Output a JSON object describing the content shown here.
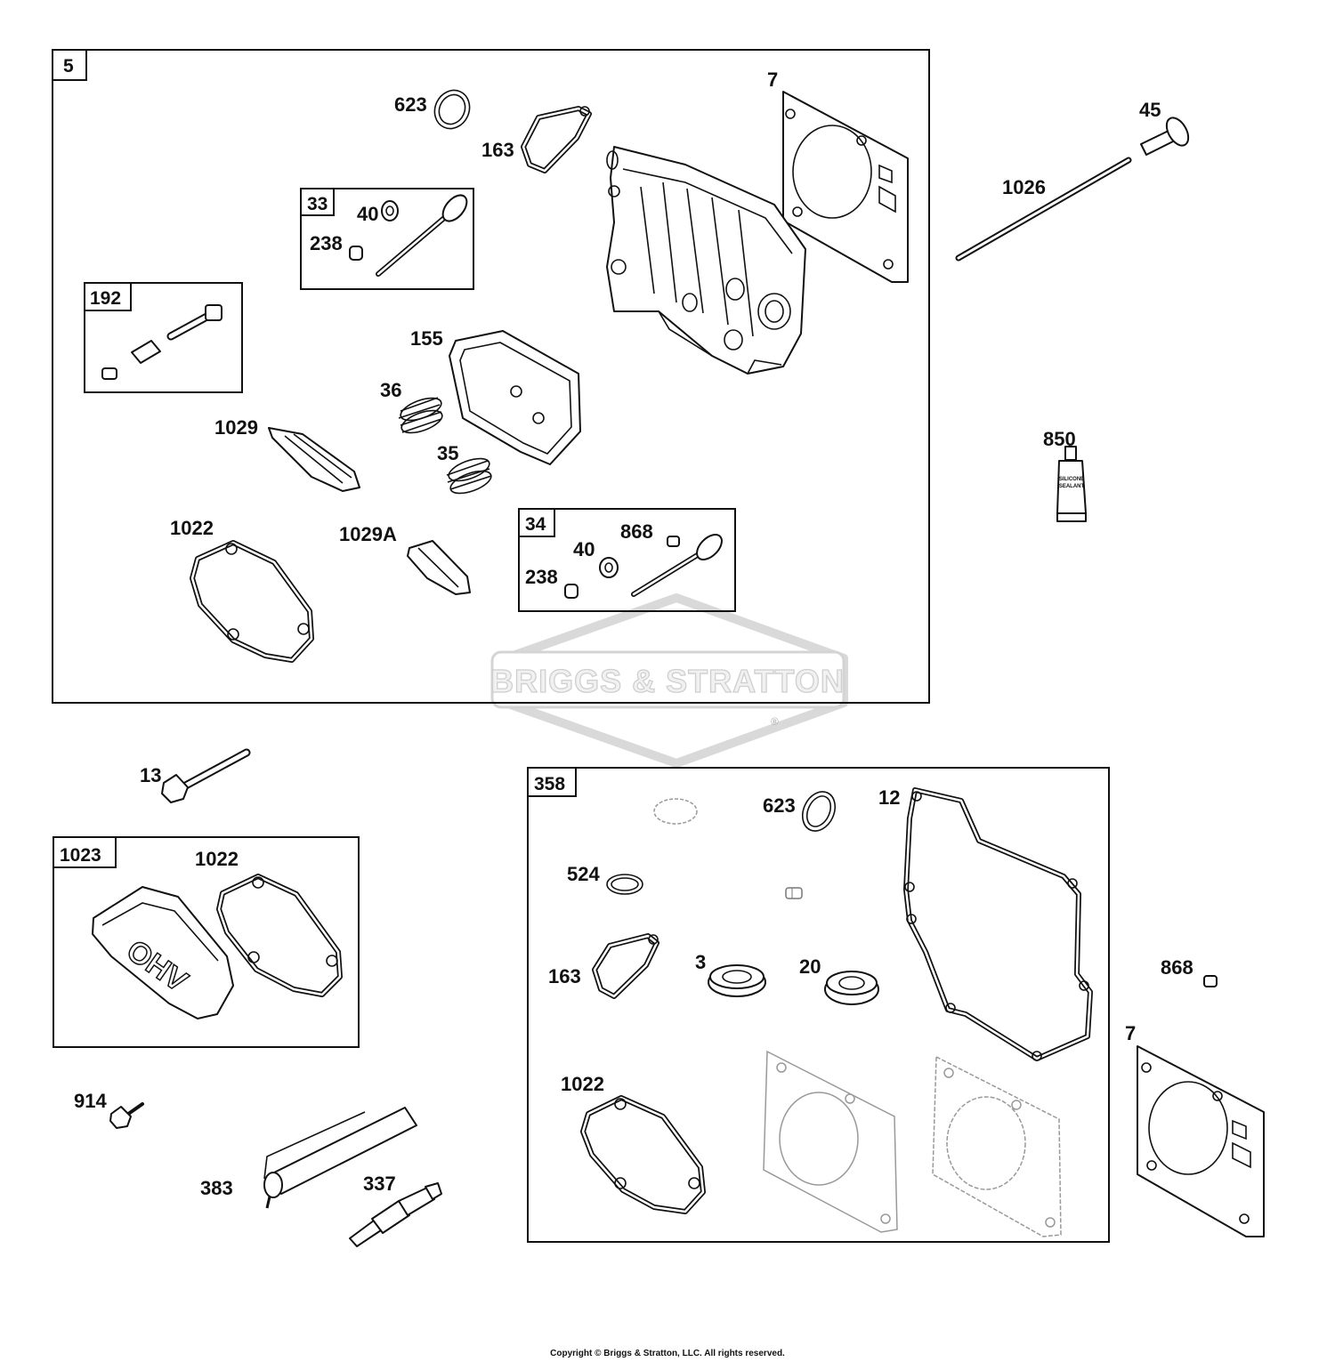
{
  "diagram": {
    "groups": [
      {
        "id": "5",
        "label": "5"
      },
      {
        "id": "33",
        "label": "33"
      },
      {
        "id": "192",
        "label": "192"
      },
      {
        "id": "34",
        "label": "34"
      },
      {
        "id": "358",
        "label": "358"
      },
      {
        "id": "1023",
        "label": "1023"
      }
    ],
    "parts": {
      "p623a": "623",
      "p163a": "163",
      "p7a": "7",
      "p45": "45",
      "p1026": "1026",
      "p33_40": "40",
      "p33_238": "238",
      "p155": "155",
      "p36": "36",
      "p1029": "1029",
      "p35": "35",
      "p850": "850",
      "p1022a": "1022",
      "p1029A": "1029A",
      "p34_868": "868",
      "p34_40": "40",
      "p34_238": "238",
      "p13": "13",
      "p1022b": "1022",
      "p623b": "623",
      "p12": "12",
      "p524": "524",
      "p163b": "163",
      "p3": "3",
      "p20": "20",
      "p868b": "868",
      "p7b": "7",
      "p1022c": "1022",
      "p914": "914",
      "p383": "383",
      "p337": "337"
    },
    "watermark": "BRIGGS & STRATTON",
    "watermark_mark": "®",
    "tube_text_1": "SILICONE",
    "tube_text_2": "SEALANT",
    "cover_text": "OHV"
  },
  "footer": {
    "copyright": "Copyright © Briggs & Stratton, LLC. All rights reserved."
  }
}
